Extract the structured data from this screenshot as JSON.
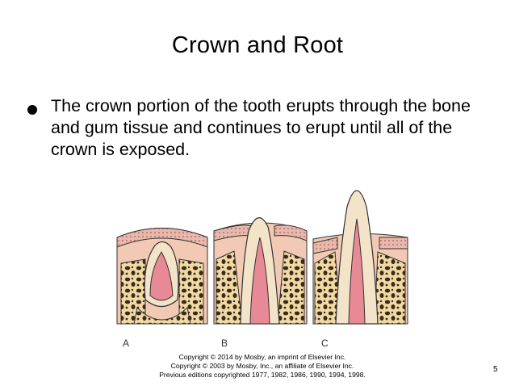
{
  "slide": {
    "title": "Crown and Root",
    "bullets": [
      "The crown portion of the tooth erupts through the bone and gum tissue and continues to erupt until all of the crown is exposed."
    ],
    "figure": {
      "labels": [
        "A",
        "B",
        "C"
      ]
    },
    "copyright": [
      "Copyright © 2014 by Mosby, an imprint of Elsevier Inc.",
      "Copyright © 2003 by Mosby, Inc., an affiliate of Elsevier Inc.",
      "Previous editions copyrighted 1977, 1982, 1986, 1990, 1994, 1998."
    ],
    "page_number": "5"
  }
}
